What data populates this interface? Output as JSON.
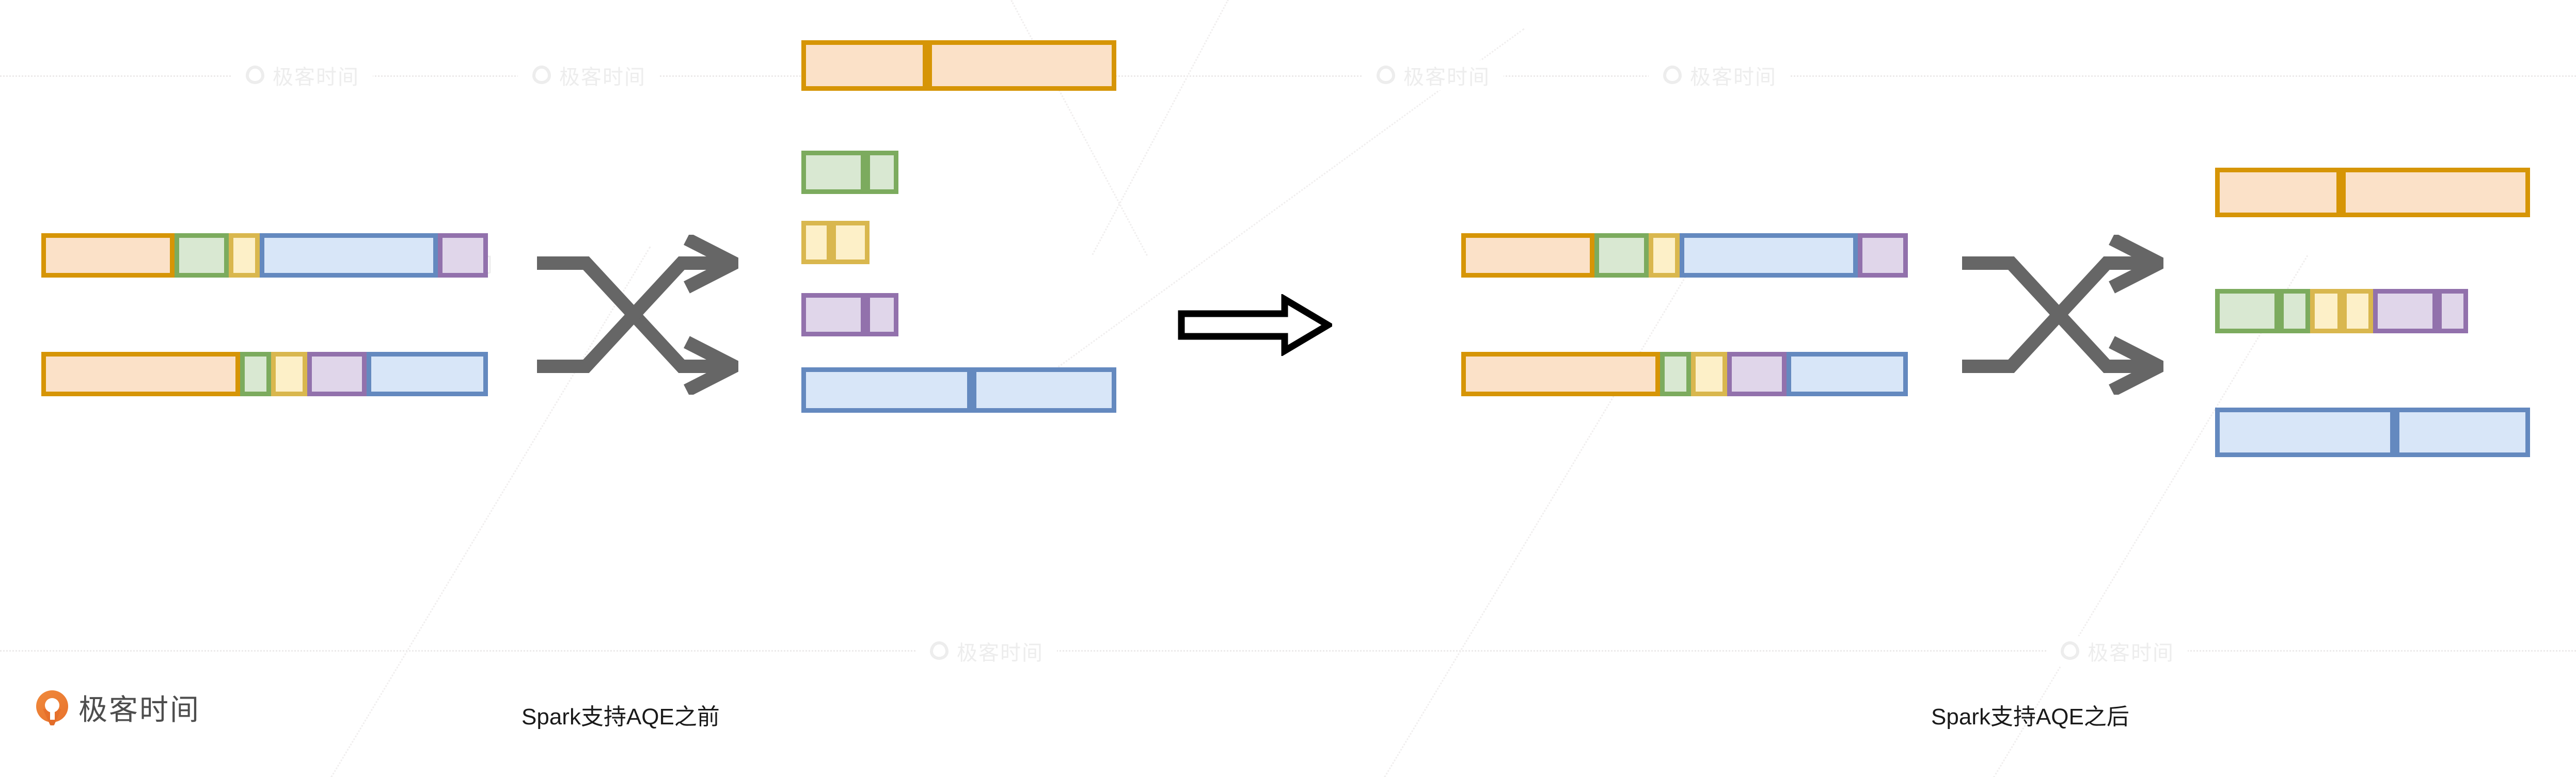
{
  "palette": {
    "orange_border": "#d69506",
    "orange_fill": "#fbe1c8",
    "green_border": "#7cab5e",
    "green_fill": "#d9e8d2",
    "yellow_border": "#d9b74e",
    "yellow_fill": "#fdf0c8",
    "purple_border": "#9271ac",
    "purple_fill": "#e0d6ea",
    "blue_border": "#6489bf",
    "blue_fill": "#d8e6f8",
    "arrow_gray": "#666666",
    "arrow_black": "#000000",
    "caption_color": "#1a1a1a",
    "brand_orange": "#e8722c",
    "brand_text_gray": "#4d4d4d",
    "watermark_gray": "#ededed",
    "background": "#ffffff"
  },
  "brand": {
    "name": "极客时间",
    "icon": "geektime-pin-logo"
  },
  "watermark": {
    "text": "极客时间",
    "icon": "geektime-pin-watermark"
  },
  "captions": {
    "left": "Spark支持AQE之前",
    "right": "Spark支持AQE之后"
  },
  "icons": {
    "shuffle": "shuffle-icon",
    "transition_arrow": "right-block-arrow-icon"
  },
  "chart_data": {
    "type": "diagram",
    "title": "Spark AQE shuffle partition coalescing",
    "stages": [
      {
        "id": "before",
        "caption": "Spark支持AQE之前",
        "input_partitions": [
          {
            "name": "map-output-1",
            "segments": [
              {
                "key": "orange",
                "units": 17
              },
              {
                "key": "green",
                "units": 7
              },
              {
                "key": "yellow",
                "units": 4
              },
              {
                "key": "blue",
                "units": 19
              },
              {
                "key": "purple",
                "units": 3
              }
            ]
          },
          {
            "name": "map-output-2",
            "segments": [
              {
                "key": "orange",
                "units": 25
              },
              {
                "key": "green",
                "units": 3
              },
              {
                "key": "yellow",
                "units": 4
              },
              {
                "key": "purple",
                "units": 5
              },
              {
                "key": "blue",
                "units": 13
              }
            ]
          }
        ],
        "shuffle": "shuffle-icon",
        "reduce_partitions": [
          {
            "name": "partition-orange",
            "key": "orange",
            "cells": 2,
            "cell_units": [
              11,
              15
            ]
          },
          {
            "name": "partition-green",
            "key": "green",
            "cells": 2,
            "cell_units": [
              6,
              3
            ]
          },
          {
            "name": "partition-yellow",
            "key": "yellow",
            "cells": 2,
            "cell_units": [
              3,
              4
            ]
          },
          {
            "name": "partition-purple",
            "key": "purple",
            "cells": 2,
            "cell_units": [
              6,
              3
            ]
          },
          {
            "name": "partition-blue",
            "key": "blue",
            "cells": 2,
            "cell_units": [
              13,
              11
            ]
          }
        ]
      },
      {
        "id": "after",
        "caption": "Spark支持AQE之后",
        "input_partitions": [
          {
            "name": "map-output-1",
            "segments": [
              {
                "key": "orange",
                "units": 17
              },
              {
                "key": "green",
                "units": 7
              },
              {
                "key": "yellow",
                "units": 4
              },
              {
                "key": "blue",
                "units": 19
              },
              {
                "key": "purple",
                "units": 3
              }
            ]
          },
          {
            "name": "map-output-2",
            "segments": [
              {
                "key": "orange",
                "units": 25
              },
              {
                "key": "green",
                "units": 3
              },
              {
                "key": "yellow",
                "units": 4
              },
              {
                "key": "purple",
                "units": 5
              },
              {
                "key": "blue",
                "units": 13
              }
            ]
          }
        ],
        "shuffle": "shuffle-icon",
        "reduce_partitions": [
          {
            "name": "coalesced-partition-orange",
            "cells": [
              {
                "key": "orange",
                "units": 11
              },
              {
                "key": "orange",
                "units": 15
              }
            ]
          },
          {
            "name": "coalesced-partition-mixed",
            "cells": [
              {
                "key": "green",
                "units": 6
              },
              {
                "key": "green",
                "units": 3
              },
              {
                "key": "yellow",
                "units": 3
              },
              {
                "key": "yellow",
                "units": 3
              },
              {
                "key": "purple",
                "units": 6
              },
              {
                "key": "purple",
                "units": 3
              }
            ]
          },
          {
            "name": "coalesced-partition-blue",
            "cells": [
              {
                "key": "blue",
                "units": 13
              },
              {
                "key": "blue",
                "units": 11
              }
            ]
          }
        ]
      }
    ],
    "transition": "right-block-arrow-icon"
  }
}
